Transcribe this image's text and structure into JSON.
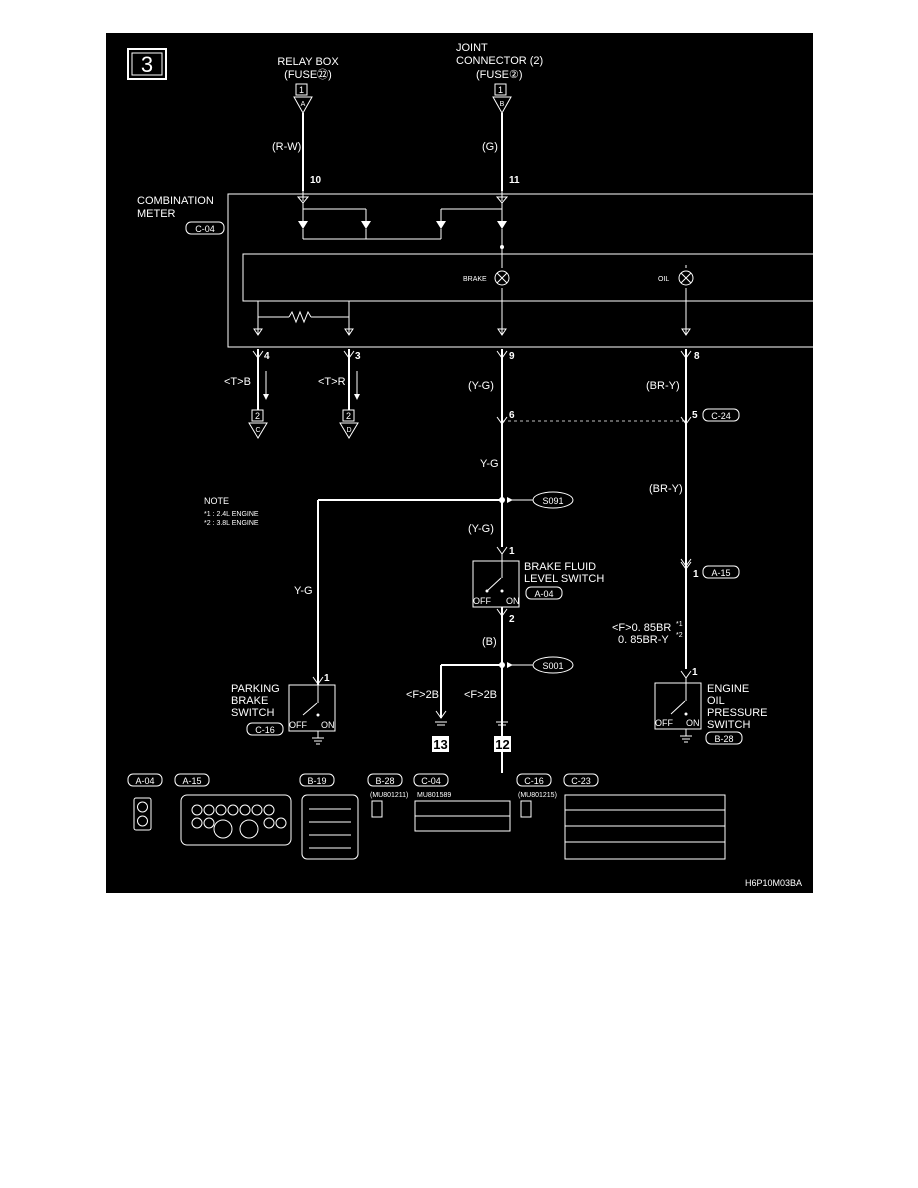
{
  "page": {
    "background": "#ffffff",
    "panel_color": "#000000",
    "line_color": "#ffffff"
  },
  "diagram": {
    "sheet_number": "3",
    "top_sources": [
      {
        "label_line1": "RELAY BOX",
        "label_line2": "(FUSE㉒)",
        "conn": "1",
        "pin": "A"
      },
      {
        "label_line1": "JOINT",
        "label_line2": "CONNECTOR (2)",
        "label_line3": "(FUSE②)",
        "conn": "1",
        "pin": "B"
      }
    ],
    "wire_colors": {
      "relay": "(R-W)",
      "joint": "(G)",
      "brake_top": "(Y-G)",
      "brake_mid": "Y-G",
      "brake_low": "(Y-G)",
      "park": "Y-G",
      "switch_out": "(B)",
      "oil_top": "(BR-Y)",
      "oil_mid": "(BR-Y)"
    },
    "meter": {
      "name_line1": "COMBINATION",
      "name_line2": "METER",
      "connector": "C-04"
    },
    "pins": {
      "p10": "10",
      "p11": "11",
      "p4": "4",
      "p3": "3",
      "p9": "9",
      "p8": "8",
      "p6": "6",
      "p5": "5",
      "bfs_in": "1",
      "bfs_out": "2",
      "oil_a15": "1",
      "park": "1",
      "oil_sw": "1"
    },
    "lamps": {
      "brake": "BRAKE",
      "oil": "OIL"
    },
    "branches": [
      {
        "label": "<T>B",
        "conn": "2",
        "pin": "C"
      },
      {
        "label": "<T>R",
        "conn": "2",
        "pin": "D"
      }
    ],
    "connector_c24": "C-24",
    "note": {
      "title": "NOTE",
      "line1": "*1 : 2.4L ENGINE",
      "line2": "*2 : 3.8L ENGINE"
    },
    "splices": {
      "s091": "S091",
      "s001": "S001"
    },
    "switches": {
      "brake_fluid": {
        "line1": "BRAKE FLUID",
        "line2": "LEVEL SWITCH",
        "conn": "A-04",
        "off": "OFF",
        "on": "ON"
      },
      "parking": {
        "line1": "PARKING",
        "line2": "BRAKE",
        "line3": "SWITCH",
        "conn": "C-16",
        "off": "OFF",
        "on": "ON"
      },
      "oil_pressure": {
        "line1": "ENGINE",
        "line2": "OIL",
        "line3": "PRESSURE",
        "line4": "SWITCH",
        "conn": "B-28",
        "off": "OFF",
        "on": "ON"
      }
    },
    "a15_label": "A-15",
    "oil_wire_notes": {
      "line1": "<F>0. 85BR",
      "star1": "*1",
      "line2": "0. 85BR-Y",
      "star2": "*2"
    },
    "grounds": {
      "left_wire": "<F>2B",
      "right_wire": "<F>2B",
      "left_ref": "13",
      "right_ref": "12"
    },
    "connector_views": {
      "a04": "A-04",
      "a15": "A-15",
      "b19": "B-19",
      "b28": "B-28",
      "b28_part": "(MU801211)",
      "c04": "C-04",
      "c04_part": "MU801589",
      "c16": "C-16",
      "c16_part": "(MU801215)",
      "c23": "C-23"
    },
    "figure_code": "H6P10M03BA"
  }
}
